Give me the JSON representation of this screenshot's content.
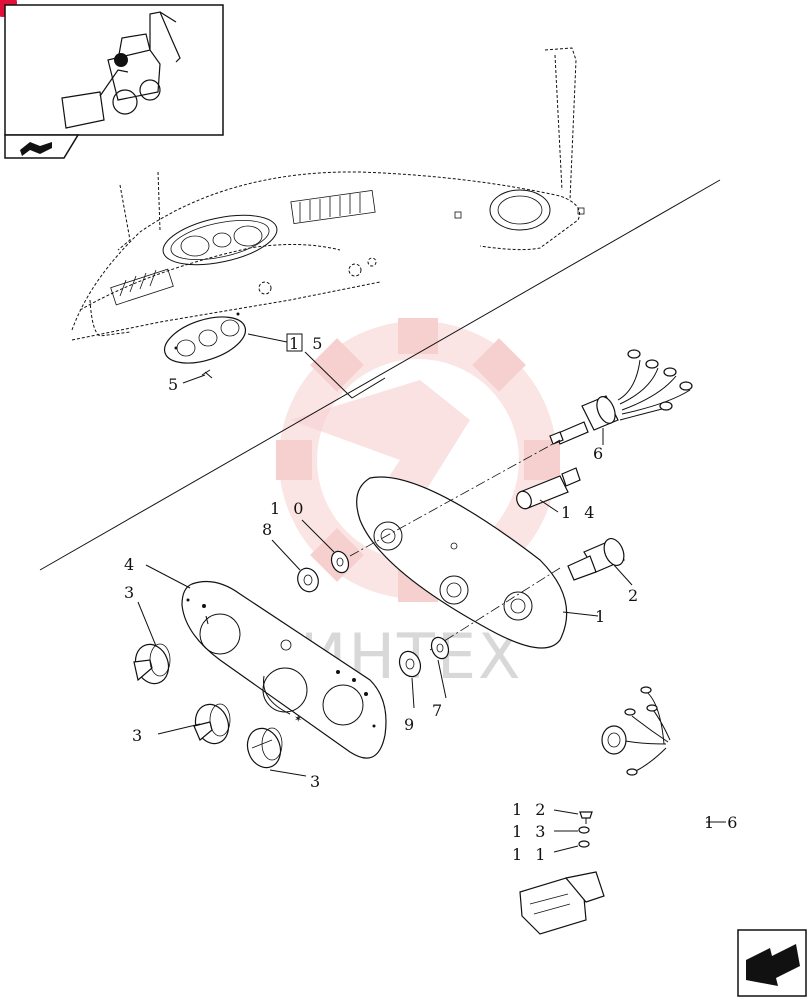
{
  "watermark": {
    "text": "ИНТЕХ",
    "color": "#f0a8a8"
  },
  "accent_color": "#e0103a",
  "icons": [
    "machine-thumbnail",
    "fold-arrow-icon",
    "next-page-arrow-icon",
    "corner-badge-icon"
  ],
  "callouts": {
    "c15": "1 5",
    "c5": "5",
    "c6": "6",
    "c14": "1 4",
    "c10": "1 0",
    "c8": "8",
    "c2": "2",
    "c1": "1",
    "c4": "4",
    "c3a": "3",
    "c3b": "3",
    "c3c": "3",
    "c9": "9",
    "c7": "7",
    "c12": "1 2",
    "c13": "1 3",
    "c11": "1 1",
    "c16": "1 6"
  }
}
